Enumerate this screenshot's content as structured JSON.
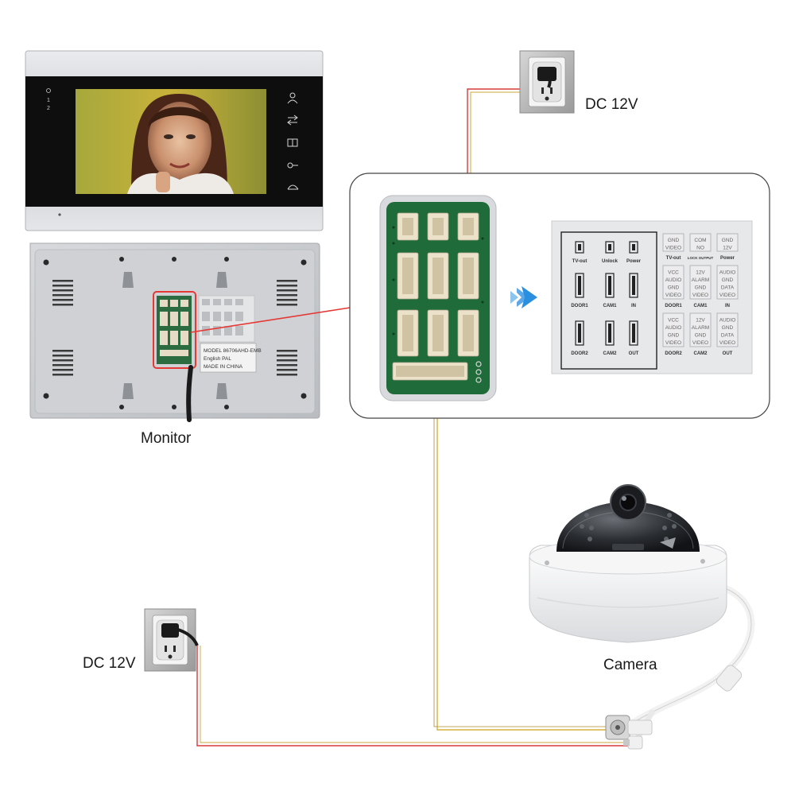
{
  "labels": {
    "monitor": "Monitor",
    "camera": "Camera",
    "dc_top": "DC 12V",
    "dc_bottom": "DC 12V"
  },
  "monitor_front": {
    "indicators": [
      "1",
      "2"
    ]
  },
  "sticker": {
    "line1": "MODEL 86706AHD-EMB",
    "line2": "English PAL",
    "line3": "MADE IN CHINA"
  },
  "port_panel": {
    "left_labels": [
      [
        "TV-out",
        "Unlock",
        "Power"
      ],
      [
        "DOOR1",
        "CAM1",
        "IN"
      ],
      [
        "DOOR2",
        "CAM2",
        "OUT"
      ]
    ],
    "right_cells": [
      [
        [
          "GND",
          "VIDEO"
        ],
        [
          "COM",
          "NO"
        ],
        [
          "GND",
          "12V"
        ]
      ],
      [
        [
          "VCC",
          "AUDIO",
          "GND",
          "VIDEO"
        ],
        [
          "12V",
          "ALARM",
          "GND",
          "VIDEO"
        ],
        [
          "AUDIO",
          "GND",
          "DATA",
          "VIDEO"
        ]
      ],
      [
        [
          "VCC",
          "AUDIO",
          "GND",
          "VIDEO"
        ],
        [
          "12V",
          "ALARM",
          "GND",
          "VIDEO"
        ],
        [
          "AUDIO",
          "GND",
          "DATA",
          "VIDEO"
        ]
      ]
    ],
    "right_labels": [
      [
        "TV-out",
        "LOCK OUTPUT",
        "Power"
      ],
      [
        "DOOR1",
        "CAM1",
        "IN"
      ],
      [
        "DOOR2",
        "CAM2",
        "OUT"
      ]
    ]
  },
  "colors": {
    "power_wire": "#d83a3a",
    "video_wire": "#d9b23a",
    "pointer_arrow": "#e53935",
    "flow_arrow": "#2b8fe0",
    "pcb_green": "#1f6b3a",
    "bezel_black": "#0e0e0e",
    "housing_silver": "#c9ccd0"
  }
}
